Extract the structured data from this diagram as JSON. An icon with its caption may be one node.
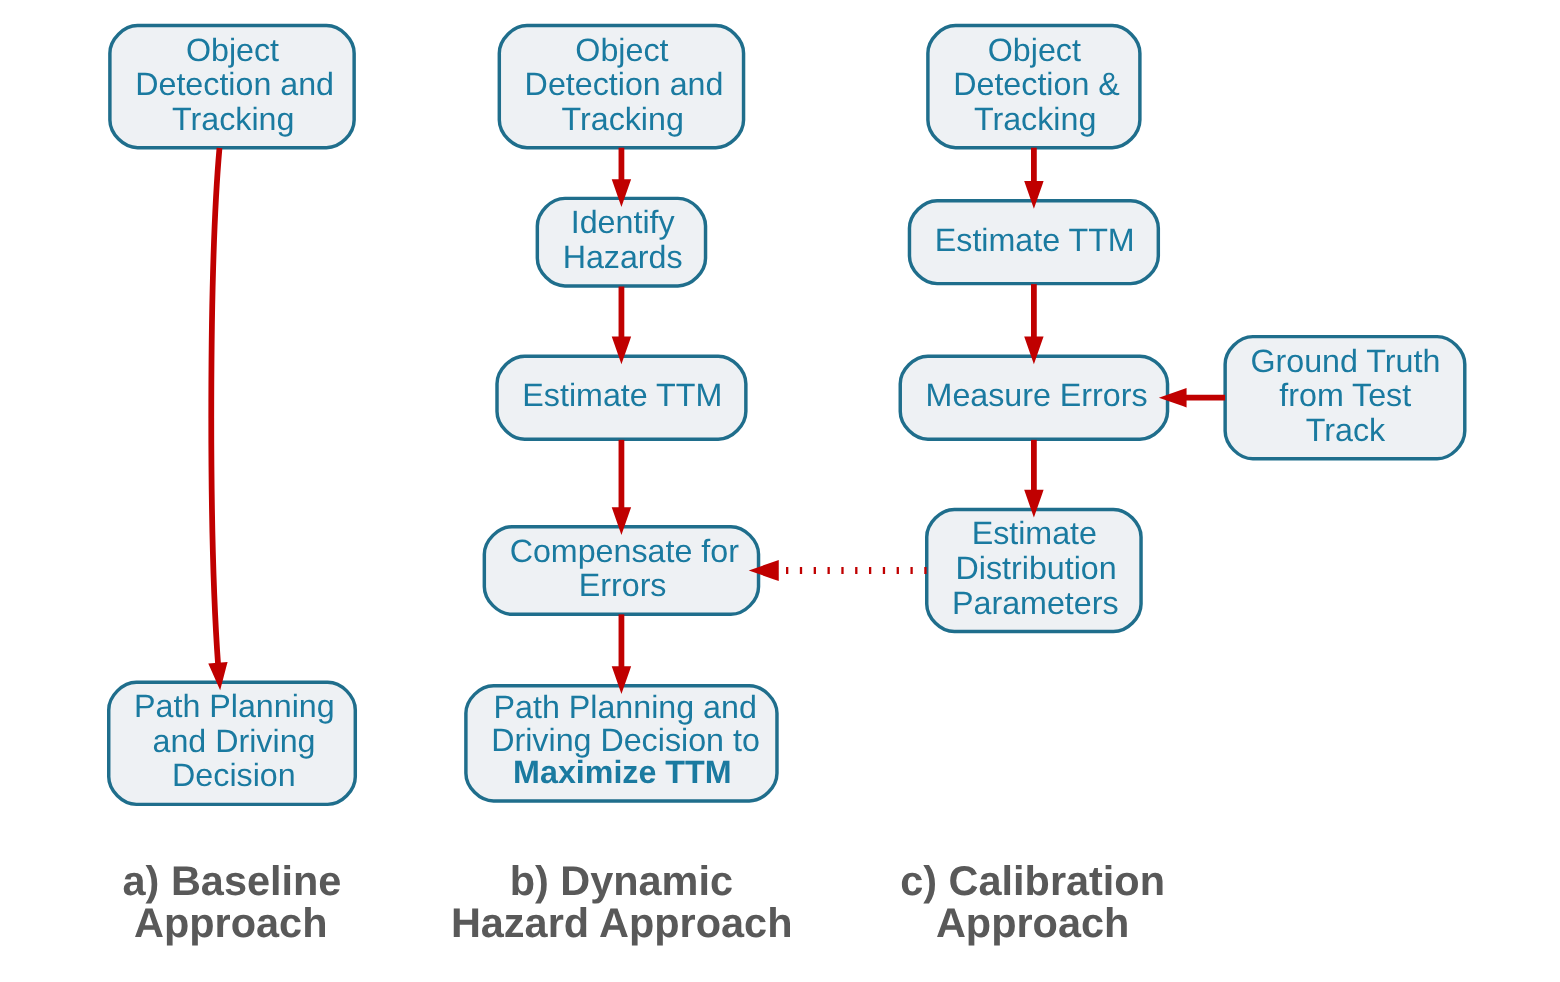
{
  "diagram": {
    "nodes": [
      {
        "text": [
          "Object Detection and Tracking"
        ]
      },
      {
        "text": [
          "Path Planning and Driving Decision"
        ]
      },
      {
        "text": [
          "Object Detection and Tracking"
        ]
      },
      {
        "text": [
          "Identify Hazards"
        ]
      },
      {
        "text": [
          "Estimate TTM"
        ]
      },
      {
        "text": [
          "Compensate for Errors"
        ]
      },
      {
        "text": [
          "Path Planning and Driving Decision to **Maximize TTM**"
        ]
      },
      {
        "text": [
          "Object Detection & Tracking"
        ]
      },
      {
        "text": [
          "Estimate TTM"
        ]
      },
      {
        "text": [
          "Measure Errors"
        ]
      },
      {
        "text": [
          "Ground Truth from Test Track"
        ]
      },
      {
        "text": [
          "Estimate Distribution Parameters"
        ]
      }
    ],
    "edges": [
      {
        "from": 0,
        "to": 1,
        "arrow": "to"
      },
      {
        "from": 2,
        "to": 3,
        "arrow": "to"
      },
      {
        "from": 3,
        "to": 4,
        "arrow": "to"
      },
      {
        "from": 4,
        "to": 5,
        "arrow": "to"
      },
      {
        "from": 5,
        "to": 6,
        "arrow": "to"
      },
      {
        "from": 7,
        "to": 8,
        "arrow": "to"
      },
      {
        "from": 8,
        "to": 9,
        "arrow": "to"
      },
      {
        "from": 10,
        "to": 9,
        "arrow": "to"
      },
      {
        "from": 9,
        "to": 11,
        "arrow": "to"
      },
      {
        "from": 11,
        "to": 5,
        "arrow": "to",
        "style": "dashed"
      }
    ],
    "labels": [
      "a) Baseline Approach",
      "b) Dynamic Hazard Approach",
      "c) Calibration Approach"
    ]
  }
}
